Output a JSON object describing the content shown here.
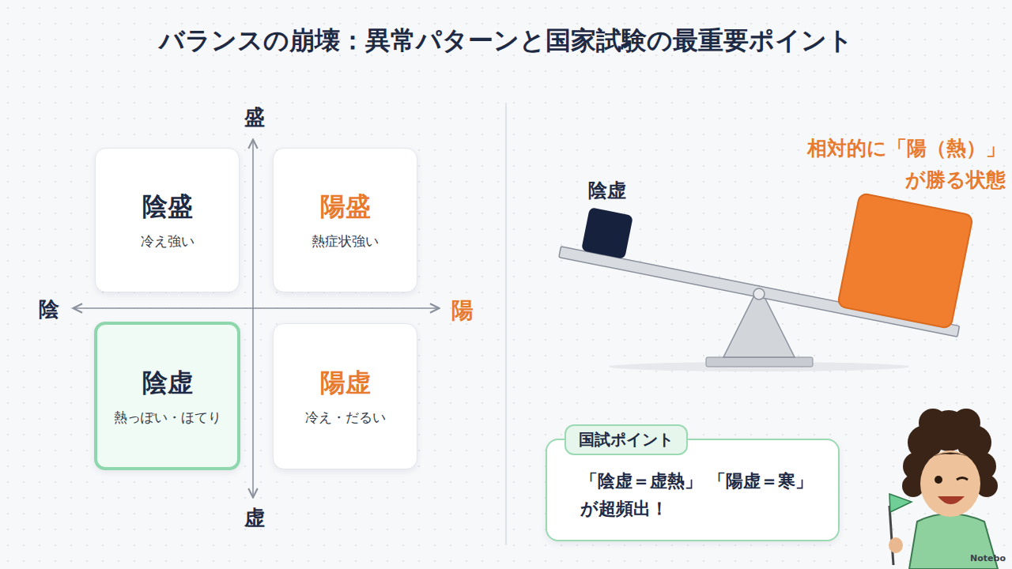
{
  "diagram": {
    "title": "バランスの崩壊：異常パターンと国家試験の最重要ポイント",
    "nodes": [
      {
        "text": [
          "陰盛",
          "冷え強い"
        ]
      },
      {
        "text": [
          "陽盛",
          "熱症状強い"
        ]
      },
      {
        "text": [
          "陰虚",
          "熱っぽい・ほてり"
        ]
      },
      {
        "text": [
          "陽虚",
          "冷え・だるい"
        ]
      },
      {
        "text": [
          "国試ポイント",
          "「陰虚＝虚熱」 「陽虚＝寒」が超頻出！"
        ]
      }
    ],
    "labels": [
      "盛",
      "陰",
      "陽",
      "虚",
      "陰虚",
      "相対的に「陽（熱）」 が勝る状態",
      "Notebo"
    ]
  }
}
